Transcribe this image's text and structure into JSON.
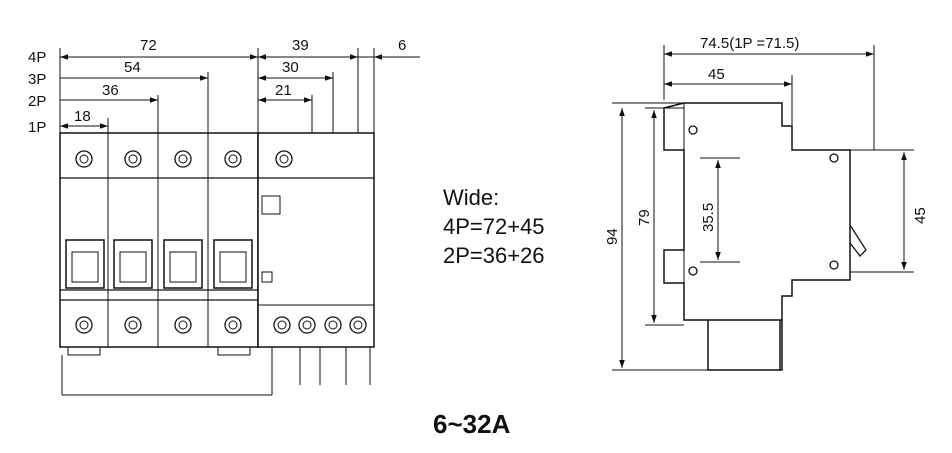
{
  "front_view": {
    "pole_labels": [
      "4P",
      "3P",
      "2P",
      "1P"
    ],
    "dimensions": {
      "w4p": "72",
      "w3p": "54",
      "w2p": "36",
      "w1p": "18",
      "rcd4p": "39",
      "rcd3p": "30",
      "rcd2p": "21",
      "gap": "6"
    }
  },
  "wide_note": {
    "line1": "Wide:",
    "line2": "4P=72+45",
    "line3": "2P=36+26"
  },
  "side_view": {
    "dimensions": {
      "total_width": "74.5(1P =71.5)",
      "depth": "45",
      "height": "94",
      "rail_height": "79",
      "rail_center": "35.5",
      "right_height": "45"
    }
  },
  "rating": "6~32A"
}
